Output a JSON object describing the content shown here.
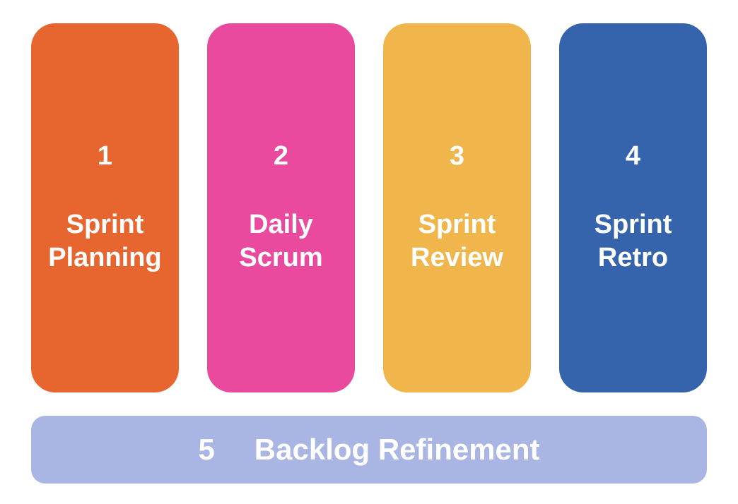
{
  "diagram": {
    "background": "#ffffff",
    "text_color": "#ffffff"
  },
  "events": [
    {
      "number": "1",
      "label": "Sprint Planning",
      "label_lines": [
        "Sprint",
        "Planning"
      ],
      "color": "#E7652E"
    },
    {
      "number": "2",
      "label": "Daily Scrum",
      "label_lines": [
        "Daily",
        "Scrum"
      ],
      "color": "#E94A9D"
    },
    {
      "number": "3",
      "label": "Sprint Review",
      "label_lines": [
        "Sprint",
        "Review"
      ],
      "color": "#F1B64B"
    },
    {
      "number": "4",
      "label": "Sprint Retro",
      "label_lines": [
        "Sprint",
        "Retro"
      ],
      "color": "#3564AC"
    }
  ],
  "footer": {
    "number": "5",
    "label": "Backlog Refinement",
    "color": "#A9B5E3"
  }
}
